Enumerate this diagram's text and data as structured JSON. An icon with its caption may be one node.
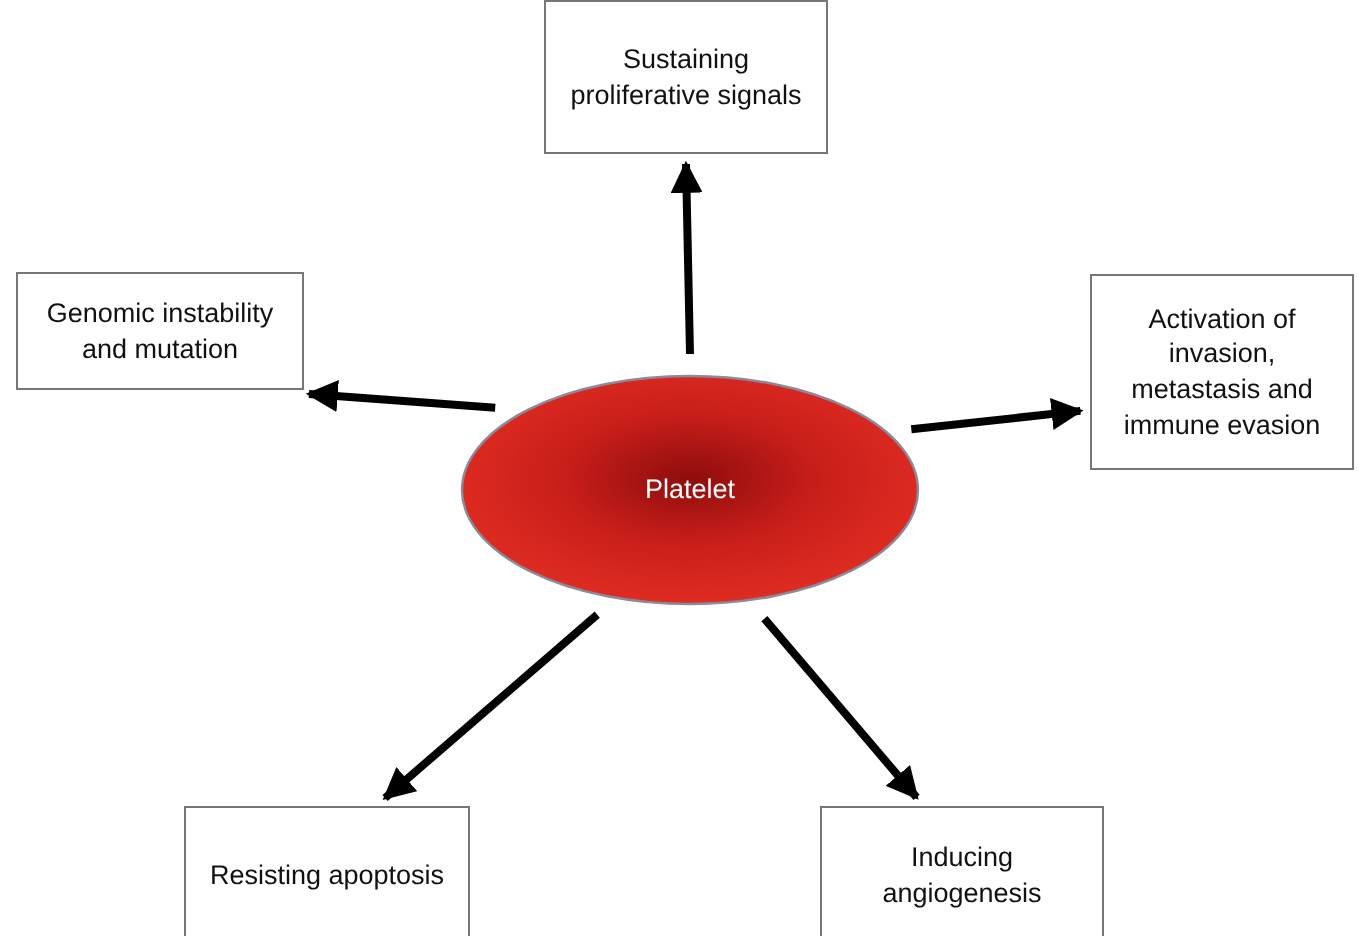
{
  "diagram": {
    "nodes": [
      {
        "text": [
          "Platelet"
        ]
      },
      {
        "text": [
          "Sustaining proliferative signals"
        ]
      },
      {
        "text": [
          "Genomic instability and mutation"
        ]
      },
      {
        "text": [
          "Activation of invasion, metastasis and immune evasion"
        ]
      },
      {
        "text": [
          "Resisting apoptosis"
        ]
      },
      {
        "text": [
          "Inducing angiogenesis"
        ]
      }
    ],
    "edges": [
      {
        "from": 0,
        "to": 1,
        "arrow": "to"
      },
      {
        "from": 0,
        "to": 2,
        "arrow": "to"
      },
      {
        "from": 0,
        "to": 3,
        "arrow": "to"
      },
      {
        "from": 0,
        "to": 4,
        "arrow": "to"
      },
      {
        "from": 0,
        "to": 5,
        "arrow": "to"
      }
    ]
  }
}
